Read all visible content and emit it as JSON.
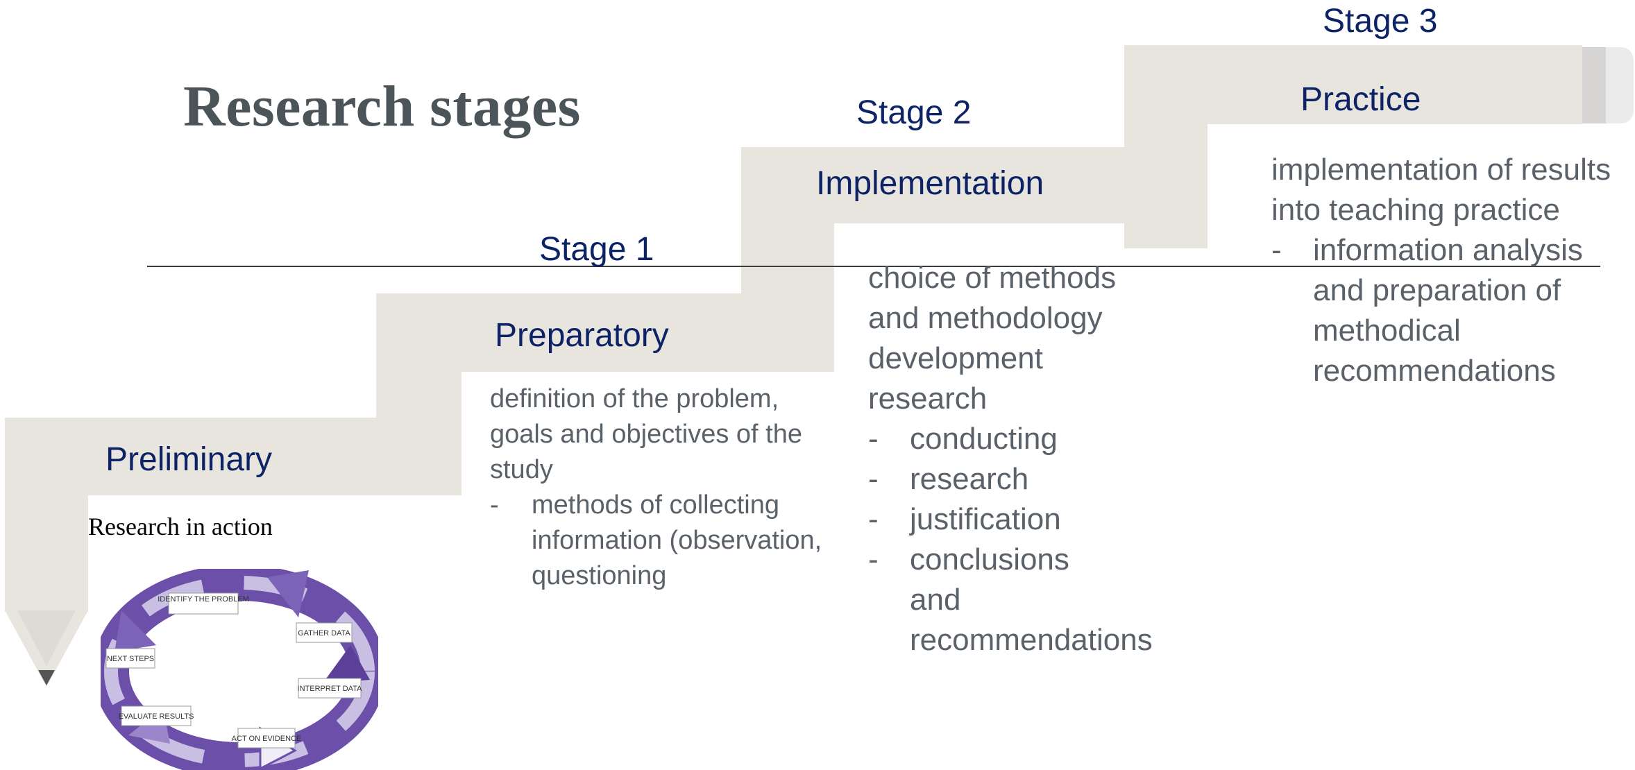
{
  "title": "Research stages",
  "stage_labels": {
    "s1": "Stage 1",
    "s2": "Stage 2",
    "s3": "Stage 3"
  },
  "steps": {
    "preliminary": "Preliminary",
    "preparatory": "Preparatory",
    "implementation": "Implementation",
    "practice": "Practice"
  },
  "preliminary_caption": "Research in action",
  "cycle_diagram": {
    "labels": [
      "IDENTIFY THE PROBLEM",
      "GATHER DATA",
      "INTERPRET DATA",
      "ACT ON EVIDENCE",
      "EVALUATE RESULTS",
      "NEXT STEPS"
    ]
  },
  "preparatory_desc": {
    "intro": "definition of the problem, goals and objectives of the study",
    "items": [
      "methods of collecting information (observation, questioning"
    ]
  },
  "implementation_desc": {
    "intro": "choice of methods and methodology development research",
    "items": [
      "conducting",
      "research",
      "justification",
      "conclusions and recommendations"
    ]
  },
  "practice_desc": {
    "intro": "implementation of results into teaching practice",
    "items": [
      "information analysis and preparation of methodical recommendations"
    ]
  },
  "colors": {
    "step_fill": "#e8e5df",
    "heading": "#0d2366",
    "body_text": "#5b6168",
    "title": "#4a5459"
  }
}
